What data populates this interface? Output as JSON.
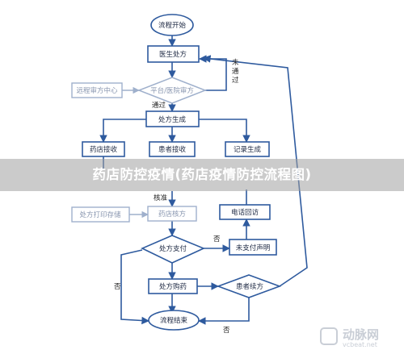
{
  "nodes": {
    "start": "流程开始",
    "prescribe": "医生处方",
    "platform_review": "平台/医院审方",
    "remote_center": "远程审方中心",
    "rx_generated": "处方生成",
    "pharmacy_receive": "药店接收",
    "patient_receive": "患者接收",
    "record_generated": "记录生成",
    "pharmacy_verify": "药店核方",
    "print_archive": "处方打印存储",
    "phone_followup": "电话回访",
    "payment": "处方支付",
    "no_payment_statement": "未支付声明",
    "purchase": "处方购药",
    "patient_renew": "患者续方",
    "end": "流程结束"
  },
  "edge_labels": {
    "not_pass": "未通过",
    "pass": "通过",
    "verify": "核准",
    "no": "否"
  },
  "banner": "药店防控疫情(药店疫情防控流程图)",
  "watermark": {
    "brand": "动脉网",
    "domain": "vcbeat.net"
  }
}
